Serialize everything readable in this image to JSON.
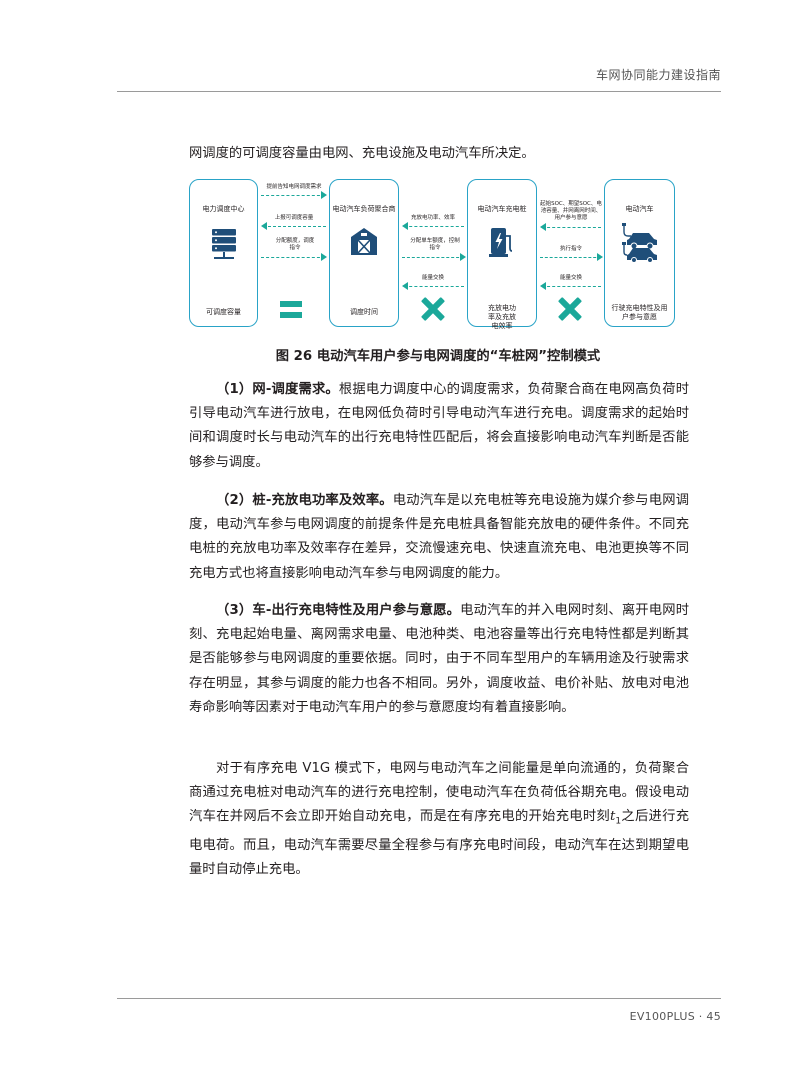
{
  "header": {
    "title": "车网协同能力建设指南"
  },
  "intro": "网调度的可调度容量由电网、充电设施及电动汽车所决定。",
  "diagram": {
    "boxes": [
      {
        "title": "电力调度中心",
        "bottom": "可调度容量"
      },
      {
        "title": "电动汽车负荷聚合商",
        "bottom": "调度时间"
      },
      {
        "title": "电动汽车充电桩",
        "bottom": "充放电功率及充放电效率"
      },
      {
        "title": "电动汽车",
        "bottom": "行驶充电特性及用户参与意愿"
      }
    ],
    "arrows": [
      "提前告知电网调度需求",
      "上报可调度容量",
      "分配额度，调度指令",
      "充放电功率、效率",
      "分配单车额度，控制指令",
      "能量交换",
      "起始SOC、期望SOC、电池容量、并网离网时间、用户参与意愿",
      "执行指令",
      "能量交换"
    ],
    "colors": {
      "border": "#29a3c7",
      "accent": "#1ba89a",
      "icon": "#1f4e79"
    },
    "icons": [
      "server-icon",
      "barn-icon",
      "charging-pile-icon",
      "cars-icon",
      "equals-icon",
      "cross-icon"
    ]
  },
  "caption": "图 26  电动汽车用户参与电网调度的“车桩网”控制模式",
  "sections": [
    {
      "heading": "（1）网-调度需求。",
      "body": "根据电力调度中心的调度需求，负荷聚合商在电网高负荷时引导电动汽车进行放电，在电网低负荷时引导电动汽车进行充电。调度需求的起始时间和调度时长与电动汽车的出行充电特性匹配后，将会直接影响电动汽车判断是否能够参与调度。"
    },
    {
      "heading": "（2）桩-充放电功率及效率。",
      "body": "电动汽车是以充电桩等充电设施为媒介参与电网调度，电动汽车参与电网调度的前提条件是充电桩具备智能充放电的硬件条件。不同充电桩的充放电功率及效率存在差异，交流慢速充电、快速直流充电、电池更换等不同充电方式也将直接影响电动汽车参与电网调度的能力。"
    },
    {
      "heading": "（3）车-出行充电特性及用户参与意愿。",
      "body": "电动汽车的并入电网时刻、离开电网时刻、充电起始电量、离网需求电量、电池种类、电池容量等出行充电特性都是判断其是否能够参与电网调度的重要依据。同时，由于不同车型用户的车辆用途及行驶需求存在明显，其参与调度的能力也各不相同。另外，调度收益、电价补贴、放电对电池寿命影响等因素对于电动汽车用户的参与意愿度均有着直接影响。"
    }
  ],
  "closing": {
    "text1": "对于有序充电 V1G 模式下，电网与电动汽车之间能量是单向流通的，负荷聚合商通过充电桩对电动汽车的进行充电控制，使电动汽车在负荷低谷期充电。假设电动汽车在并网后不会立即开始自动充电，而是在有序充电的开始充电时刻",
    "math": "t",
    "sub": "1",
    "text2": "之后进行充电电荷。而且，电动汽车需要尽量全程参与有序充电时间段，电动汽车在达到期望电量时自动停止充电。"
  },
  "footer": {
    "text": "EV100PLUS · 45"
  }
}
